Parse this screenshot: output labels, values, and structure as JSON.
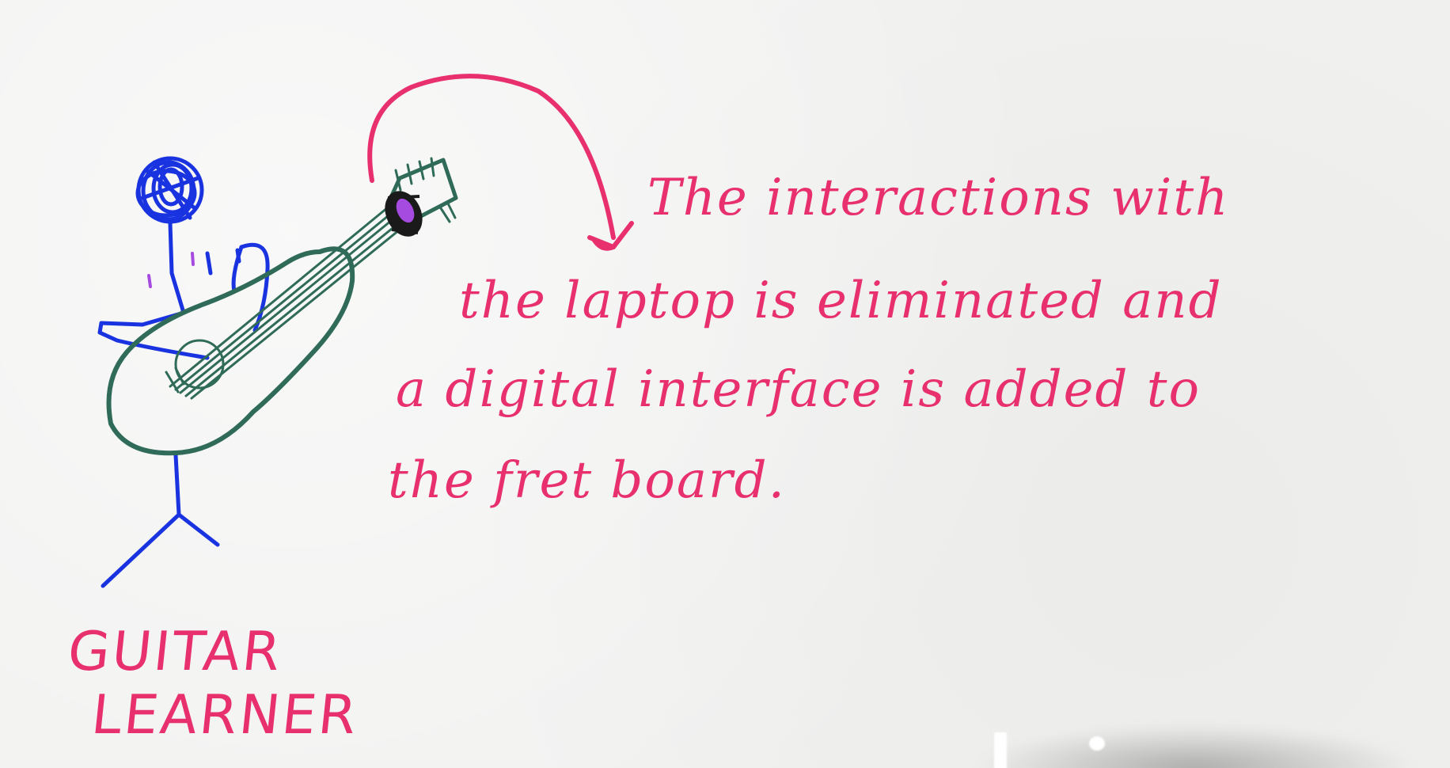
{
  "note": {
    "lines": [
      "The interactions with",
      "the laptop is eliminated and",
      "a digital interface is added to",
      "the fret board."
    ]
  },
  "caption": {
    "lines": [
      "GUITAR",
      "LEARNER"
    ]
  },
  "colors": {
    "ink_pink": "#e8306f",
    "ink_blue": "#1a33e0",
    "ink_green": "#2f6b58",
    "ink_purple": "#a64be0",
    "ink_black": "#1a1a1a",
    "paper": "#f1f1f0"
  },
  "icons": {
    "figure": "stick-figure-icon",
    "instrument": "guitar-icon",
    "device": "fretboard-device-icon",
    "pointer": "curved-arrow-icon"
  }
}
